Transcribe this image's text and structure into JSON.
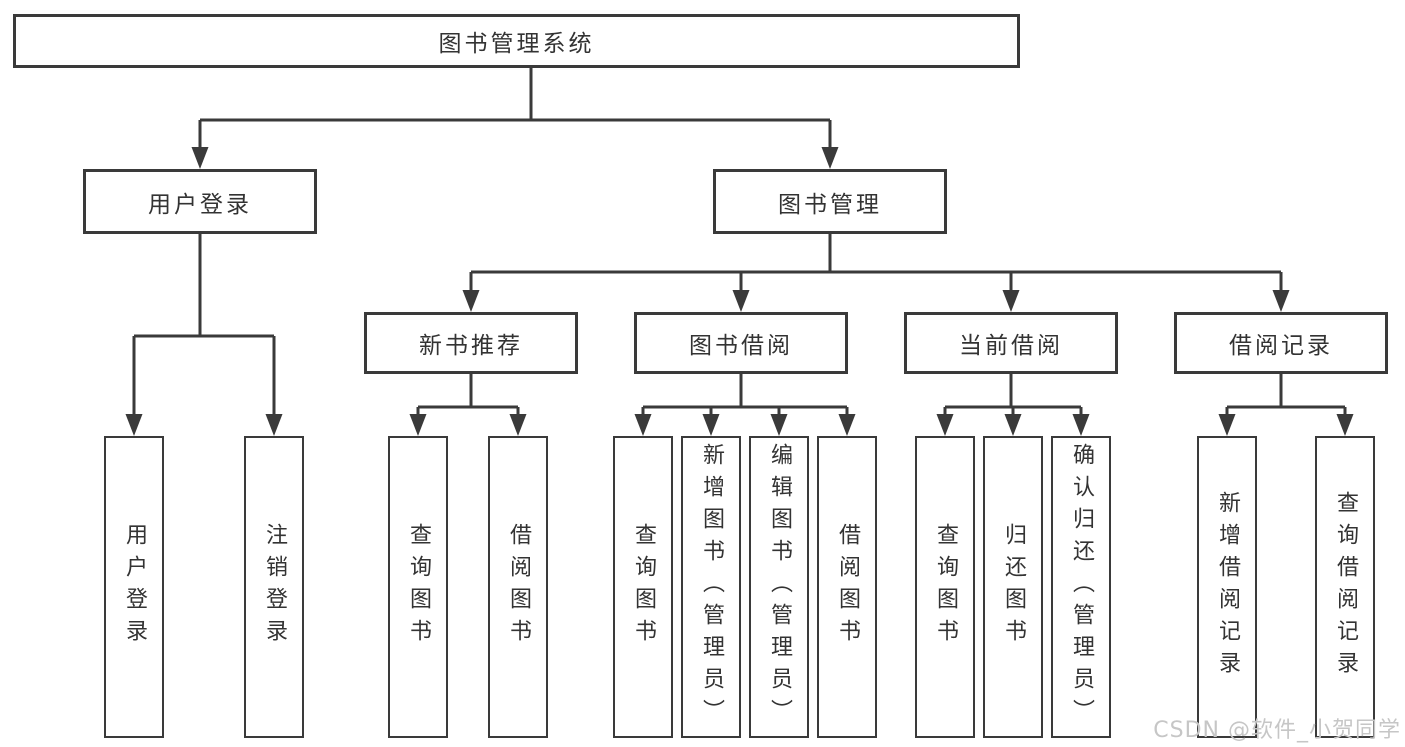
{
  "root": {
    "label": "图书管理系统"
  },
  "level2": [
    {
      "id": "user-login",
      "label": "用户登录"
    },
    {
      "id": "book-management",
      "label": "图书管理"
    }
  ],
  "level3": [
    {
      "id": "new-book-recommend",
      "label": "新书推荐"
    },
    {
      "id": "book-borrowing",
      "label": "图书借阅"
    },
    {
      "id": "current-borrowing",
      "label": "当前借阅"
    },
    {
      "id": "borrowing-records",
      "label": "借阅记录"
    }
  ],
  "level4": [
    {
      "group": "user-login",
      "label": "用户登录"
    },
    {
      "group": "user-login",
      "label": "注销登录"
    },
    {
      "group": "new-book-recommend",
      "label": "查询图书"
    },
    {
      "group": "new-book-recommend",
      "label": "借阅图书"
    },
    {
      "group": "book-borrowing",
      "label": "查询图书"
    },
    {
      "group": "book-borrowing",
      "label": "新增图书（管理员）"
    },
    {
      "group": "book-borrowing",
      "label": "编辑图书（管理员）"
    },
    {
      "group": "book-borrowing",
      "label": "借阅图书"
    },
    {
      "group": "current-borrowing",
      "label": "查询图书"
    },
    {
      "group": "current-borrowing",
      "label": "归还图书"
    },
    {
      "group": "current-borrowing",
      "label": "确认归还（管理员）"
    },
    {
      "group": "borrowing-records",
      "label": "新增借阅记录"
    },
    {
      "group": "borrowing-records",
      "label": "查询借阅记录"
    }
  ],
  "watermark": "CSDN @软件_小贺同学",
  "colors": {
    "line": "#3a3a3a",
    "text": "#333333",
    "box_fill": "#ffffff",
    "background": "#ffffff",
    "watermark": "#c6c6c6"
  }
}
